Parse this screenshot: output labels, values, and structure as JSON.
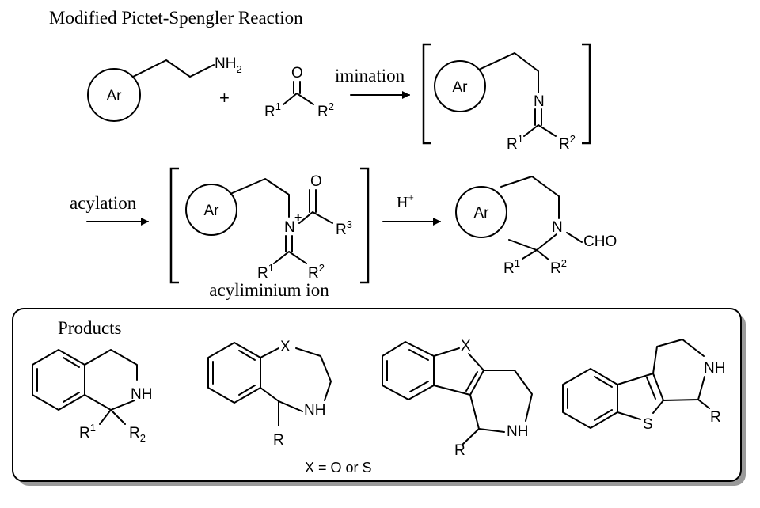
{
  "title": "Modified Pictet-Spengler Reaction",
  "ar": "Ar",
  "nh2": "NH",
  "nh2_sub": "2",
  "plus": "+",
  "o": "O",
  "r": "R",
  "sup1": "1",
  "sup2": "2",
  "sup3": "3",
  "n": "N",
  "n_plus": "+",
  "imination": "imination",
  "acylation": "acylation",
  "acid": "H",
  "acid_sup": "+",
  "cho": "CHO",
  "acyliminium": "acyliminium ion",
  "products": {
    "heading": "Products",
    "nh": "NH",
    "x": "X",
    "s": "S",
    "r2_sub": "2",
    "note": "X = O or S"
  }
}
